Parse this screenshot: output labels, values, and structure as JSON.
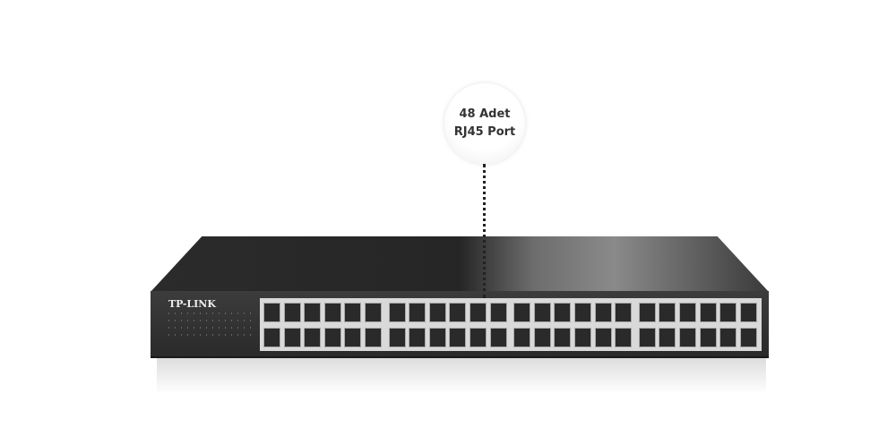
{
  "callout": {
    "line1": "48 Adet",
    "line2": "RJ45 Port"
  },
  "device": {
    "brand_logo": "TP-LINK",
    "port_count": 48,
    "port_groups": 4,
    "ports_per_group_column": 6
  }
}
